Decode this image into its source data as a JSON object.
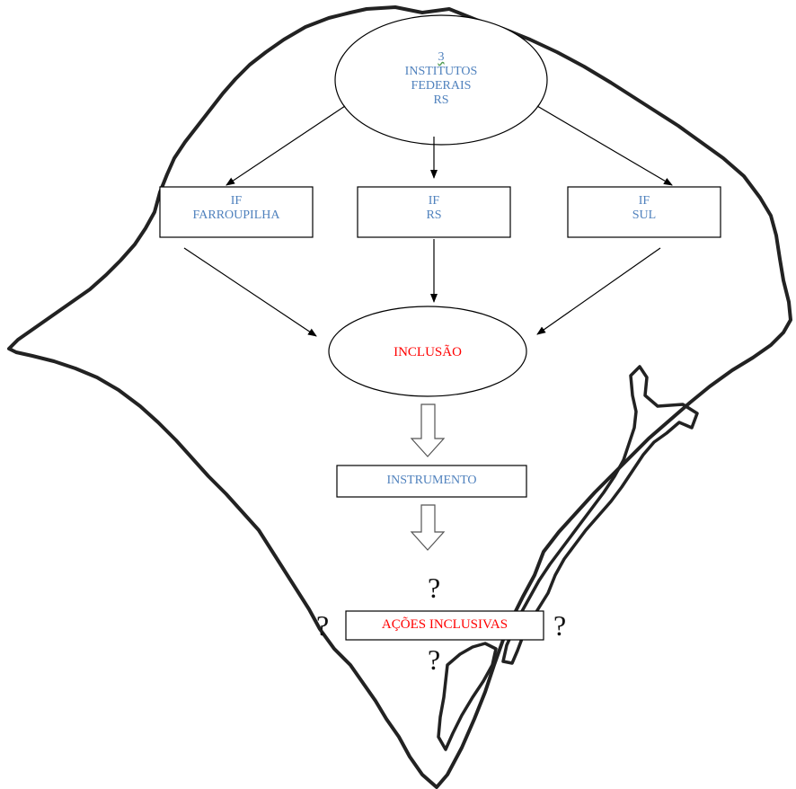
{
  "top_node": {
    "number": "3",
    "line1": "INSTITUTOS",
    "line2": "FEDERAIS",
    "line3": "RS"
  },
  "institutes": [
    {
      "line1": "IF",
      "line2": "FARROUPILHA"
    },
    {
      "line1": "IF",
      "line2": "RS"
    },
    {
      "line1": "IF",
      "line2": "SUL"
    }
  ],
  "inclusion_label": "INCLUSÃO",
  "instrument_label": "INSTRUMENTO",
  "actions_label": "AÇÕES INCLUSIVAS",
  "question_mark": "?",
  "colors": {
    "institution_text": "#4f81bd",
    "inclusion_text": "#ff0000",
    "outline": "#000000"
  }
}
